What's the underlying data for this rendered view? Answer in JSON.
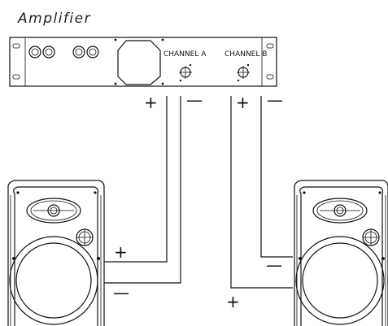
{
  "title": "Amplifier",
  "channels": {
    "a": "CHANNEL A",
    "b": "CHANNEL B"
  },
  "polarity": {
    "positive": "+",
    "negative": "—"
  }
}
